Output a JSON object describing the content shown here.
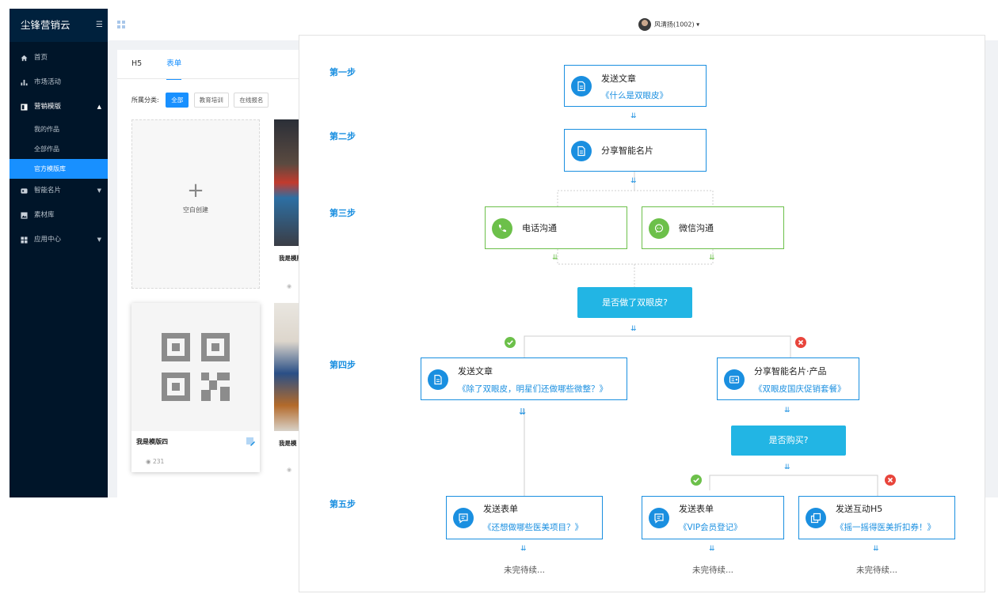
{
  "app": {
    "brand": "尘锋营销云",
    "nav": [
      {
        "label": "首页"
      },
      {
        "label": "市场活动"
      },
      {
        "label": "营销模版"
      },
      {
        "label": "我的作品"
      },
      {
        "label": "全部作品"
      },
      {
        "label": "官方模版库"
      },
      {
        "label": "智能名片"
      },
      {
        "label": "素材库"
      },
      {
        "label": "应用中心"
      }
    ],
    "user": "风清扬(1002)",
    "tabs": [
      "H5",
      "表单"
    ],
    "filter_label": "所属分类:",
    "chips": [
      "全部",
      "教育培训",
      "在线报名"
    ],
    "blank_create": "空白创建",
    "template_name_1": "我是模版",
    "template_name_2": "我是模版四",
    "template_name_3": "我是模",
    "views": "231"
  },
  "flow": {
    "steps": [
      "第一步",
      "第二步",
      "第三步",
      "第四步",
      "第五步"
    ],
    "n1_title": "发送文章",
    "n1_sub": "《什么是双眼皮》",
    "n2_title": "分享智能名片",
    "n3a_title": "电话沟通",
    "n3b_title": "微信沟通",
    "d1": "是否做了双眼皮?",
    "n4a_title": "发送文章",
    "n4a_sub": "《除了双眼皮，明星们还做哪些微整？》",
    "n4b_title": "分享智能名片·产品",
    "n4b_sub": "《双眼皮国庆促销套餐》",
    "d2": "是否购买?",
    "n5a_title": "发送表单",
    "n5a_sub": "《还想做哪些医美项目？》",
    "n5b_title": "发送表单",
    "n5b_sub": "《VIP会员登记》",
    "n5c_title": "发送互动H5",
    "n5c_sub": "《摇一摇得医美折扣券！》",
    "pending": "未完待续...",
    "colors": {
      "primary": "#1a8fe0",
      "green": "#6cc04a",
      "decision": "#22b5e4",
      "red": "#e8453c"
    }
  }
}
